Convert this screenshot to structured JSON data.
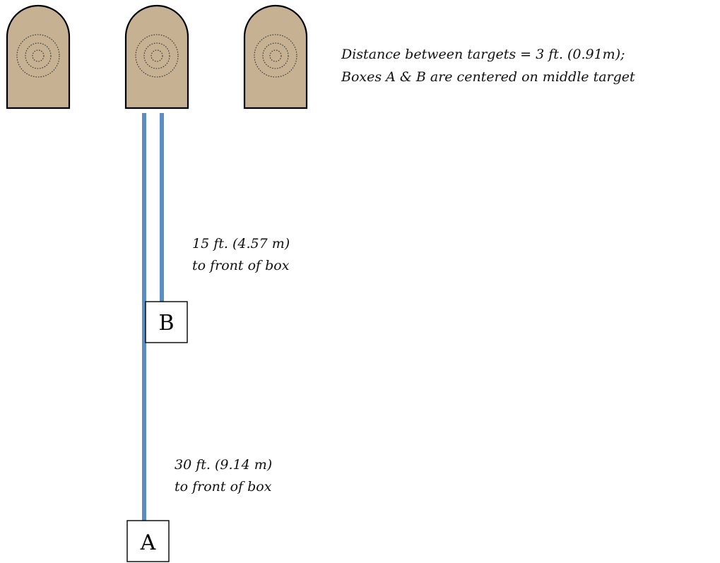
{
  "colors": {
    "target_fill": "#c6b192",
    "lane_color": "#5b8cc2",
    "box_stroke": "#000000",
    "text": "#111111"
  },
  "targets": [
    "target",
    "target",
    "target"
  ],
  "note": {
    "line1": "Distance between targets = 3 ft. (0.91m);",
    "line2": "Boxes A & B are centered on middle target"
  },
  "box_a": {
    "letter": "A",
    "distance_line1": "30 ft. (9.14 m)",
    "distance_line2": "to front of box"
  },
  "box_b": {
    "letter": "B",
    "distance_line1": "15 ft. (4.57 m)",
    "distance_line2": "to front of box"
  }
}
